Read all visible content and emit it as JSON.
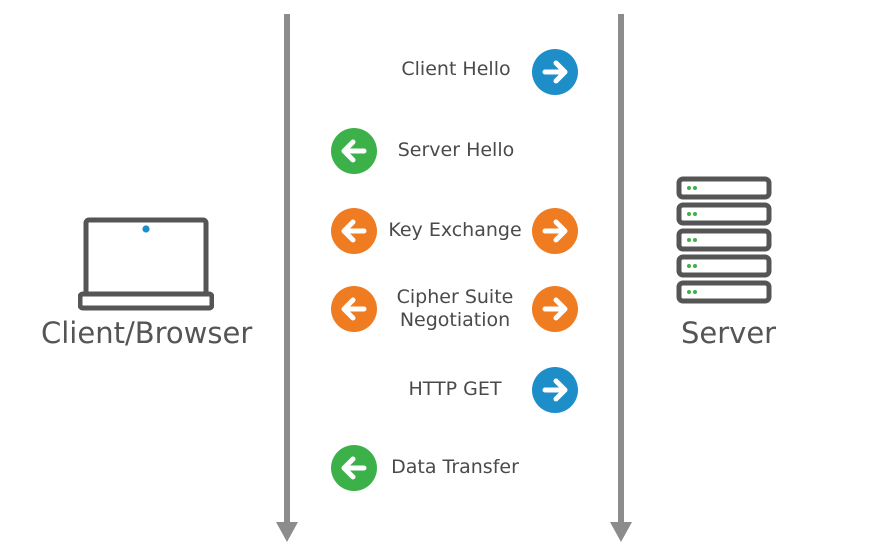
{
  "client": {
    "label": "Client/Browser",
    "icon": "laptop-icon"
  },
  "server": {
    "label": "Server",
    "icon": "server-icon"
  },
  "colors": {
    "blue": "#1e8ec9",
    "green": "#3db149",
    "orange": "#f07c22",
    "line": "#8c8c8c"
  },
  "messages": [
    {
      "label": "Client Hello",
      "direction": "to-server",
      "color": "blue"
    },
    {
      "label": "Server Hello",
      "direction": "to-client",
      "color": "green"
    },
    {
      "label": "Key Exchange",
      "direction": "both",
      "color": "orange"
    },
    {
      "label_line1": "Cipher Suite",
      "label_line2": "Negotiation",
      "direction": "both",
      "color": "orange"
    },
    {
      "label": "HTTP GET",
      "direction": "to-server",
      "color": "blue"
    },
    {
      "label": "Data Transfer",
      "direction": "to-client",
      "color": "green"
    }
  ]
}
